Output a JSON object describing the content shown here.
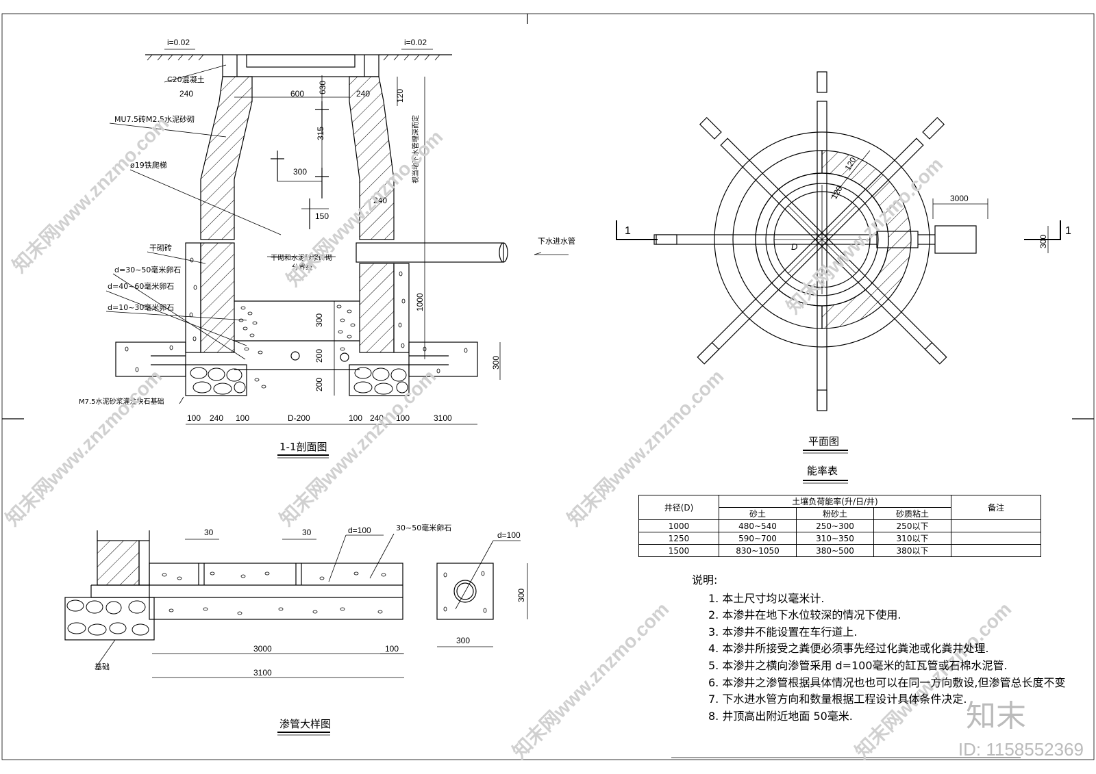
{
  "section": {
    "title": "1-1剖面图",
    "slope_left": "i=0.02",
    "slope_right": "i=0.02",
    "labels": {
      "c20": "C20混凝土",
      "mu75": "MU7.5砖M2.5水泥砂砌",
      "ladder": "ø19铁爬梯",
      "dry_brick": "干砌砖",
      "stone_30_50": "d=30~50毫米卵石",
      "stone_40_60": "d=40~60毫米卵石",
      "stone_10_30": "d=10~30毫米卵石",
      "m75": "M7.5水泥砂浆灌注块石基础",
      "boundary": "干砌和水泥砂浆砖砌",
      "boundary2": "分界线",
      "inlet": "下水进水管",
      "depth_note": "视当地下水管埋深而定"
    },
    "dims": {
      "d240a": "240",
      "d600": "600",
      "d240b": "240",
      "d630": "630",
      "d120": "120",
      "d315": "315",
      "d300a": "300",
      "d150": "150",
      "d240c": "240",
      "d1000": "1000",
      "d300b": "300",
      "d200a": "200",
      "d200b": "200",
      "d300c": "300",
      "b100a": "100",
      "b240a": "240",
      "b100b": "100",
      "bD": "D-200",
      "b100c": "100",
      "b240b": "240",
      "b100d": "100",
      "b3100": "3100"
    }
  },
  "plan": {
    "title": "平面图",
    "label_D": "D",
    "d120a": "120",
    "d120b": "120",
    "d3000": "3000",
    "d300": "300",
    "sec1_left": "1",
    "sec1_right": "1"
  },
  "detail": {
    "title": "渗管大样图",
    "d30a": "30",
    "d30b": "30",
    "d100": "d=100",
    "stone": "30~50毫米卵石",
    "d100b": "d=100",
    "d300v": "300",
    "d300h": "300",
    "d3000": "3000",
    "d100r": "100",
    "d3100": "3100",
    "base": "基础"
  },
  "table": {
    "title": "能率表",
    "header": {
      "col1": "井径(D)",
      "group": "土壤负荷能率(升/日/井)",
      "sand": "砂土",
      "silt": "粉砂土",
      "clay": "砂质粘土",
      "note": "备注"
    },
    "rows": [
      {
        "d": "1000",
        "sand": "480~540",
        "silt": "250~300",
        "clay": "250以下",
        "note": ""
      },
      {
        "d": "1250",
        "sand": "590~700",
        "silt": "310~350",
        "clay": "310以下",
        "note": ""
      },
      {
        "d": "1500",
        "sand": "830~1050",
        "silt": "380~500",
        "clay": "380以下",
        "note": ""
      }
    ]
  },
  "notes": {
    "title": "说明:",
    "items": [
      "1. 本土尺寸均以毫米计.",
      "2. 本渗井在地下水位较深的情况下使用.",
      "3. 本渗井不能设置在车行道上.",
      "4. 本渗井所接受之粪便必须事先经过化粪池或化粪井处理.",
      "5. 本渗井之横向渗管采用 d=100毫米的缸瓦管或石棉水泥管.",
      "6. 本渗井之渗管根据具体情况也也可以在同一方向敷设,但渗管总长度不变",
      "7. 下水进水管方向和数量根据工程设计具体条件决定.",
      "8. 井顶高出附近地面 50毫米."
    ]
  },
  "watermark": {
    "text": "知末网www.znzmo.com",
    "brand": "知末",
    "id": "ID: 1158552369"
  }
}
